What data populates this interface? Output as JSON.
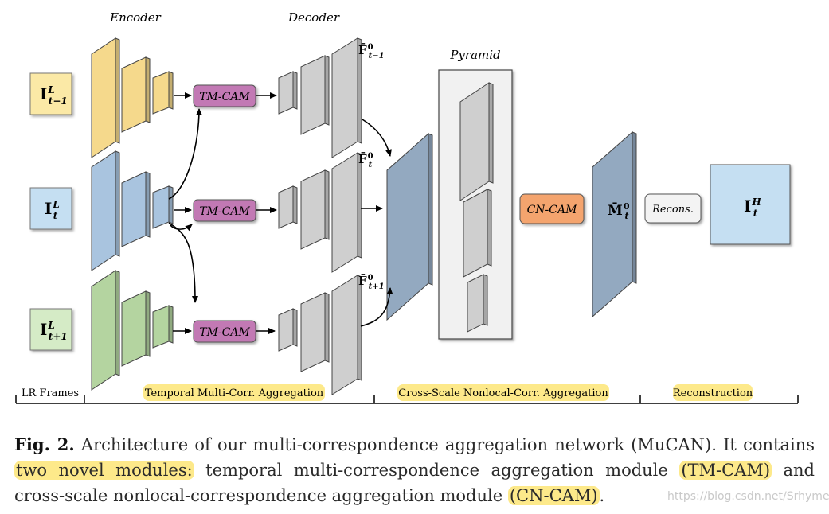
{
  "diagram": {
    "encoder_label": "Encoder",
    "decoder_label": "Decoder",
    "pyramid_label": "Pyramid",
    "inputs": [
      {
        "main": "I",
        "sup": "L",
        "sub": "t−1",
        "color": "#fbe9a6"
      },
      {
        "main": "I",
        "sup": "L",
        "sub": "t",
        "color": "#c5dff2"
      },
      {
        "main": "I",
        "sup": "L",
        "sub": "t+1",
        "color": "#d5ebc6"
      }
    ],
    "tmcam_label": "TM-CAM",
    "cncam_label": "CN-CAM",
    "recons_label": "Recons.",
    "features": [
      {
        "main": "F̄",
        "sup": "0",
        "sub": "t−1"
      },
      {
        "main": "F̄",
        "sup": "0",
        "sub": "t"
      },
      {
        "main": "F̄",
        "sup": "0",
        "sub": "t+1"
      }
    ],
    "m_label": {
      "main": "M̄",
      "sup": "0",
      "sub": "t"
    },
    "output": {
      "main": "I",
      "sup": "H",
      "sub": "t",
      "color": "#c5dff2"
    },
    "colors": {
      "yellow": "#f5d98c",
      "blue": "#a9c4df",
      "green": "#b4d4a0",
      "gray": "#cfcfcf",
      "slate": "#93a9c0",
      "purple": "#c279b4",
      "orange": "#f4a46e",
      "highlight": "#fde98a"
    },
    "stages": [
      "LR Frames",
      "Temporal Multi-Corr. Aggregation",
      "Cross-Scale Nonlocal-Corr. Aggregation",
      "Reconstruction"
    ]
  },
  "caption": {
    "figno": "Fig. 2.",
    "t1": " Architecture of our multi-correspondence aggregation network (MuCAN). It contains ",
    "h1": "two novel modules:",
    "t2": " temporal multi-correspondence aggregation module ",
    "h2": "(TM-CAM)",
    "t3": " and cross-scale nonlocal-correspondence aggregation module ",
    "h3": "(CN-CAM)",
    "t4": "."
  },
  "watermark": "https://blog.csdn.net/Srhyme"
}
